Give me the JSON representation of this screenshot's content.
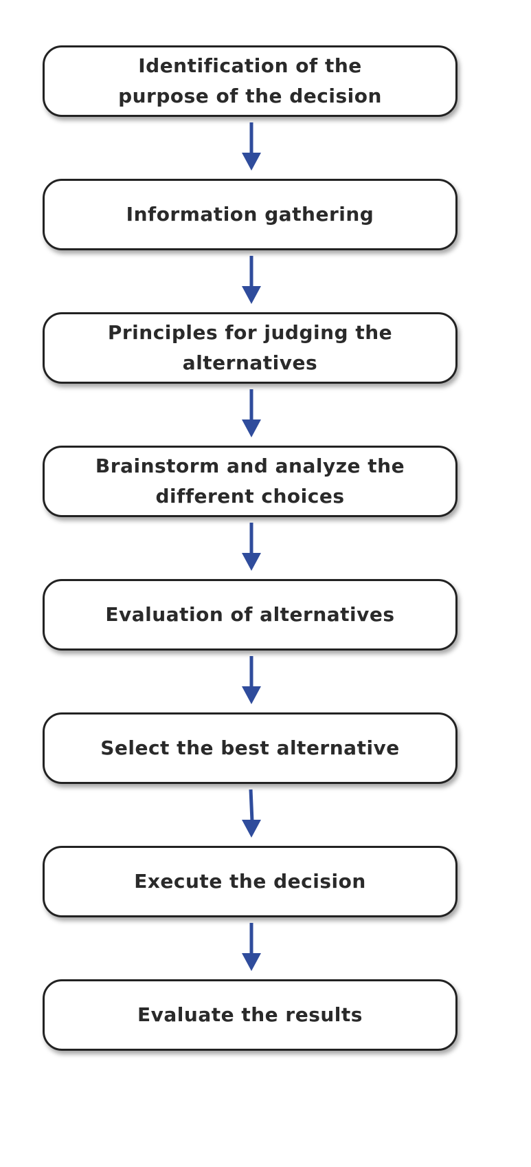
{
  "colors": {
    "arrow": "#2f4c9c",
    "box_border": "#222222",
    "text": "#2a2a2a"
  },
  "steps": [
    {
      "label": "Identification of the purpose of the decision"
    },
    {
      "label": "Information gathering"
    },
    {
      "label": "Principles for judging the alternatives"
    },
    {
      "label": "Brainstorm and analyze the different choices"
    },
    {
      "label": "Evaluation of alternatives"
    },
    {
      "label": "Select the best alternative"
    },
    {
      "label": "Execute the decision"
    },
    {
      "label": "Evaluate the results"
    }
  ]
}
